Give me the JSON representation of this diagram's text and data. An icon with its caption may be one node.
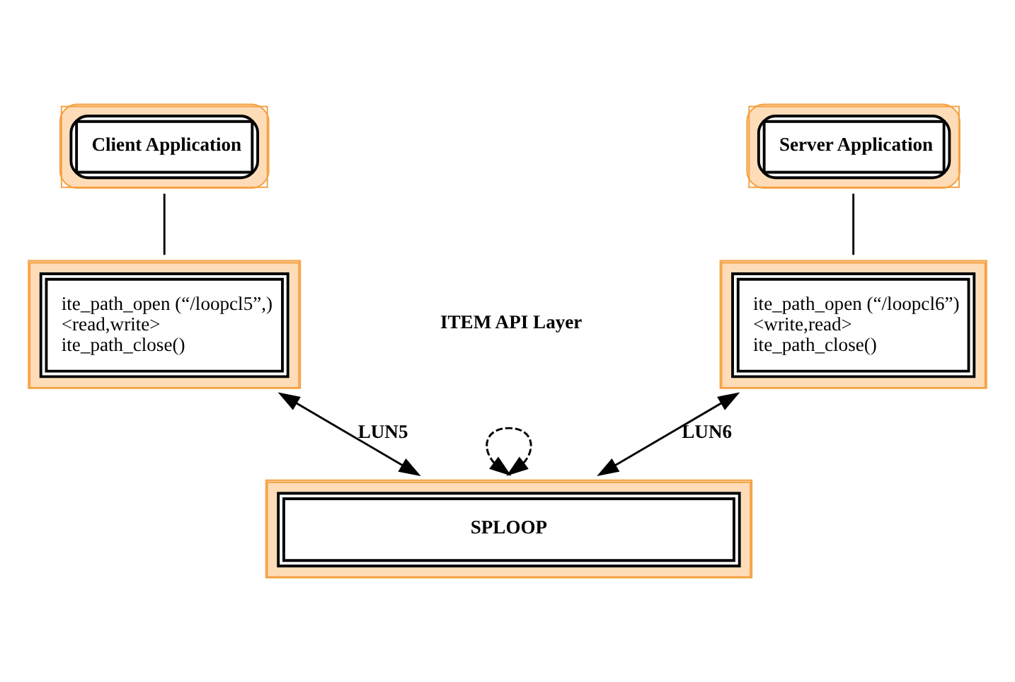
{
  "diagram": {
    "nodes": [
      {
        "text": [
          "Client Application"
        ]
      },
      {
        "text": [
          "Server Application"
        ]
      },
      {
        "text": [
          "ite_path_open (“/loopcl5”,)",
          "<read,write>",
          "ite_path_close()"
        ]
      },
      {
        "text": [
          "ite_path_open (“/loopcl6”)",
          "<write,read>",
          "ite_path_close()"
        ]
      },
      {
        "text": [
          "SPLOOP"
        ]
      }
    ],
    "edges": [
      {
        "from": 0,
        "to": 2,
        "arrow": "none"
      },
      {
        "from": 1,
        "to": 3,
        "arrow": "none"
      },
      {
        "from": 2,
        "to": 4,
        "arrow": "both",
        "label": "LUN5"
      },
      {
        "from": 3,
        "to": 4,
        "arrow": "both",
        "label": "LUN6"
      },
      {
        "from": 4,
        "to": 4,
        "arrow": "both",
        "style": "dashed"
      }
    ],
    "labels": [
      "ITEM API Layer"
    ]
  }
}
